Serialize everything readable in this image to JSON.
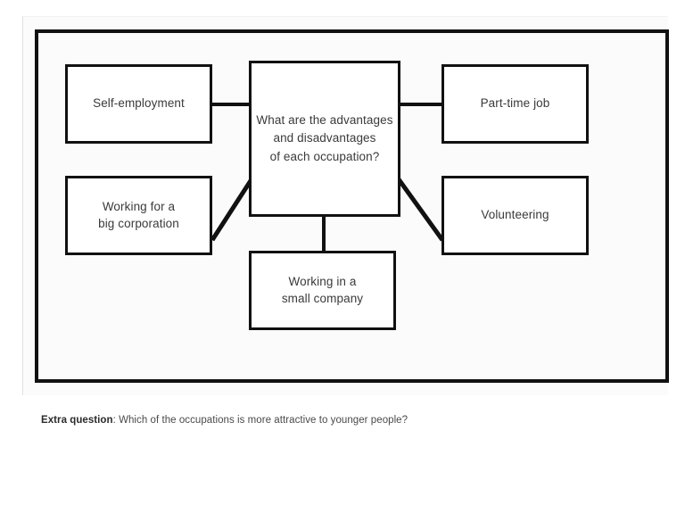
{
  "diagram": {
    "type": "mind-map",
    "central_node": {
      "id": "central",
      "text": "What are the advantages\nand disadvantages\nof each occupation?"
    },
    "nodes": [
      {
        "id": "self-employment",
        "text": "Self-employment",
        "position": "top-left"
      },
      {
        "id": "part-time-job",
        "text": "Part-time job",
        "position": "top-right"
      },
      {
        "id": "big-corporation",
        "text": "Working for a\nbig corporation",
        "position": "middle-left"
      },
      {
        "id": "volunteering",
        "text": "Volunteering",
        "position": "middle-right"
      },
      {
        "id": "small-company",
        "text": "Working in a\nsmall company",
        "position": "bottom-center"
      }
    ],
    "connectors": [
      {
        "from": "central",
        "to": "self-employment",
        "style": "horizontal"
      },
      {
        "from": "central",
        "to": "part-time-job",
        "style": "horizontal"
      },
      {
        "from": "central",
        "to": "big-corporation",
        "style": "diagonal"
      },
      {
        "from": "central",
        "to": "volunteering",
        "style": "diagonal"
      },
      {
        "from": "central",
        "to": "small-company",
        "style": "vertical"
      }
    ],
    "colors": {
      "stroke": "#111111",
      "node_fill": "#ffffff",
      "text": "#3a3a3a",
      "figure_background": "#fbfbfb",
      "page_background": "#ffffff"
    }
  },
  "caption": {
    "lead": "Extra question",
    "separator": ": ",
    "text": "Which of the occupations is more attractive to younger people?"
  }
}
